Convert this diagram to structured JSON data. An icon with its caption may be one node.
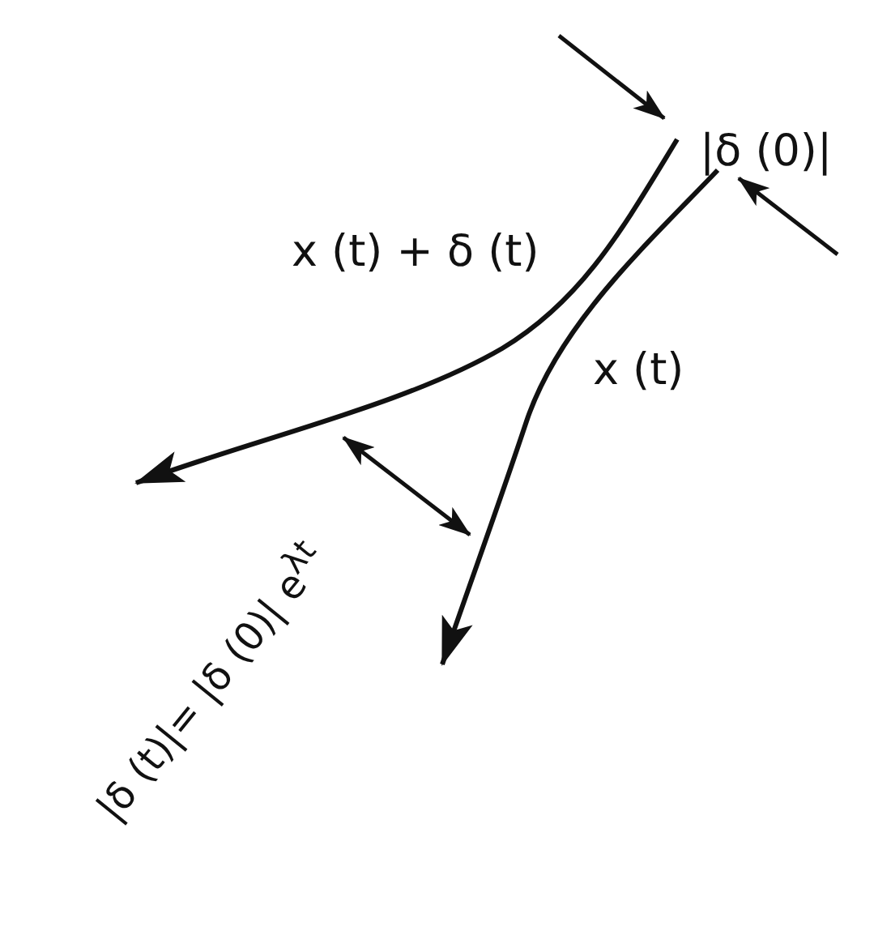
{
  "diagram": {
    "labels": [
      "|δ (0)|",
      "x (t) + δ (t)",
      "x (t)",
      "|δ (t)|= |δ (0)| e$^{λt}$"
    ]
  }
}
